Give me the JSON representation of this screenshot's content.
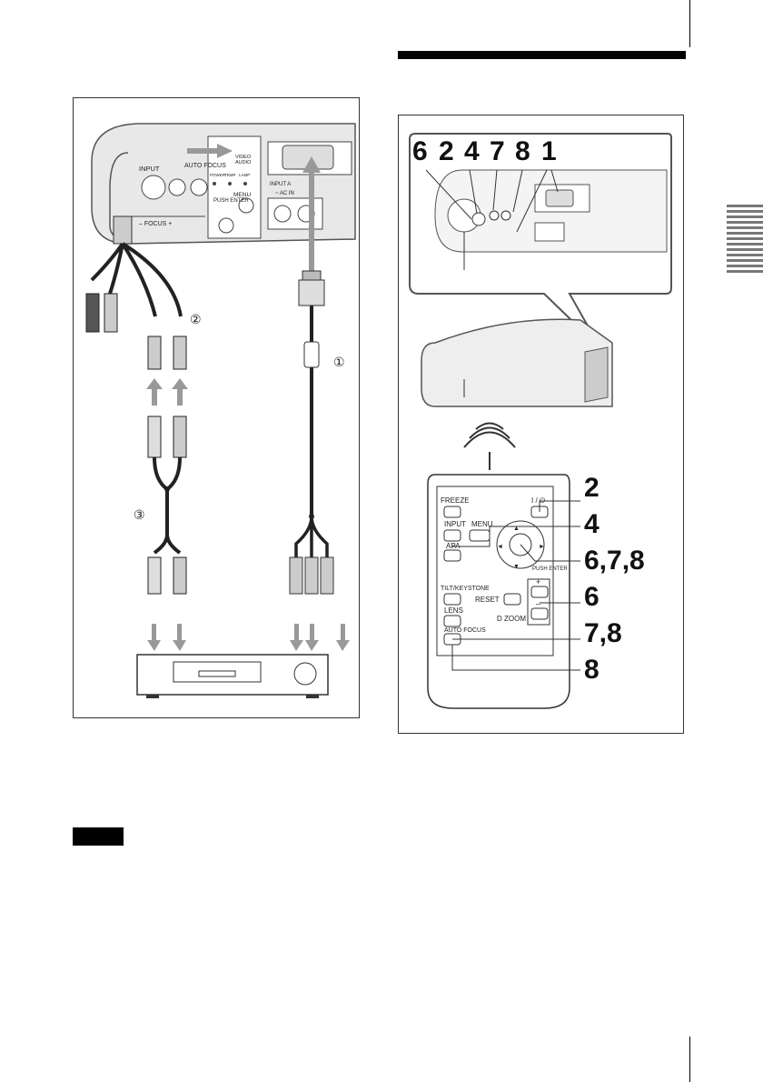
{
  "left_figure": {
    "projector_panel": {
      "video_audio": "VIDEO AUDIO",
      "input_a": "INPUT A",
      "input": "INPUT",
      "auto_focus": "AUTO FOCUS",
      "power_saving": "POWER SAVING",
      "temp_fan": "TEMP/ FAN",
      "lamp_cover": "LAMP/ COVER",
      "push_enter": "PUSH ENTER",
      "menu": "MENU",
      "focus": "FOCUS",
      "ac_in": "AC IN"
    },
    "callouts": [
      "①",
      "②",
      "③"
    ]
  },
  "right_figure": {
    "top_numbers": [
      "6",
      "2",
      "4",
      "7",
      "8",
      "1"
    ],
    "remote_labels": {
      "freeze": "FREEZE",
      "input": "INPUT",
      "menu": "MENU",
      "apa": "APA",
      "push_enter": "PUSH ENTER",
      "tilt_keystone": "TILT/KEYSTONE",
      "reset": "RESET",
      "lens": "LENS",
      "d_zoom": "D ZOOM",
      "auto_focus": "AUTO FOCUS",
      "plus": "+",
      "minus": "–"
    },
    "side_numbers": [
      "2",
      "4",
      "6,7,8",
      "6",
      "7,8",
      "8"
    ]
  }
}
